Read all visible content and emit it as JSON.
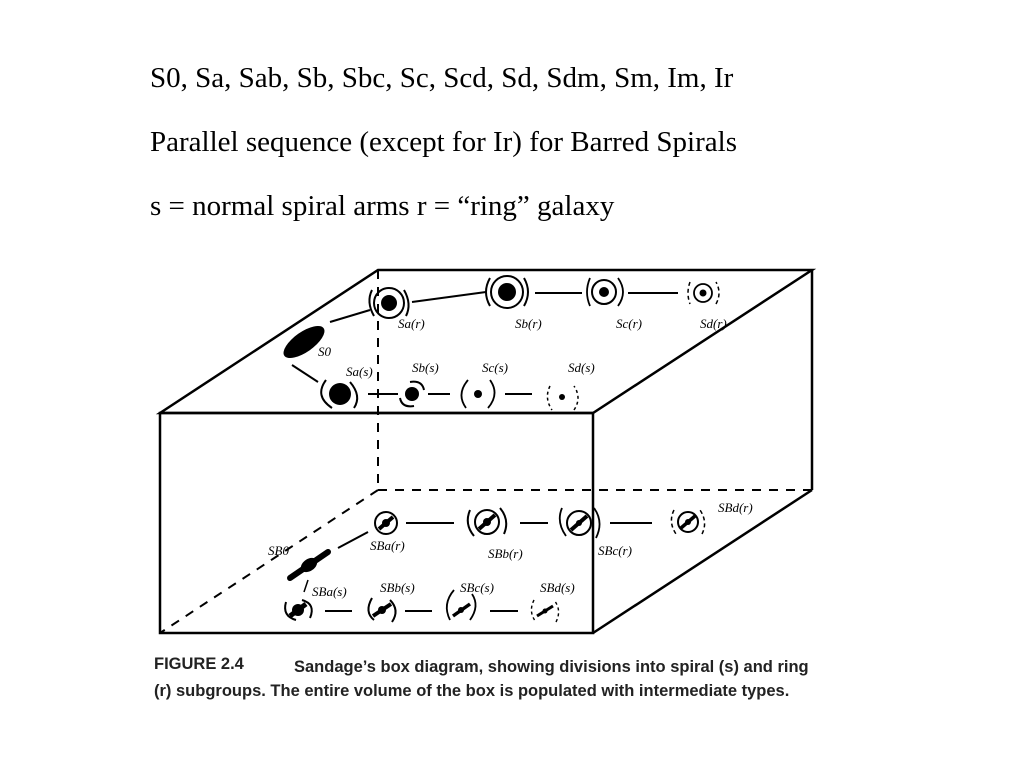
{
  "text_lines": {
    "line1": "S0, Sa, Sab, Sb, Sbc, Sc, Scd, Sd, Sdm, Sm, Im, Ir",
    "line2": "Parallel sequence (except for Ir) for Barred Spirals",
    "line3": "s = normal spiral arms  r = “ring” galaxy"
  },
  "diagram_labels": {
    "s0": "S0",
    "sa_r": "Sa(r)",
    "sb_r": "Sb(r)",
    "sc_r": "Sc(r)",
    "sd_r": "Sd(r)",
    "sa_s": "Sa(s)",
    "sb_s": "Sb(s)",
    "sc_s": "Sc(s)",
    "sd_s": "Sd(s)",
    "sb0": "SB0",
    "sba_r": "SBa(r)",
    "sbb_r": "SBb(r)",
    "sbc_r": "SBc(r)",
    "sbd_r": "SBd(r)",
    "sba_s": "SBa(s)",
    "sbb_s": "SBb(s)",
    "sbc_s": "SBc(s)",
    "sbd_s": "SBd(s)"
  },
  "caption": {
    "figure": "FIGURE 2.4",
    "text": "Sandage’s box diagram, showing divisions into spiral (s) and ring (r) subgroups. The entire volume of the box is populated with intermediate types."
  }
}
